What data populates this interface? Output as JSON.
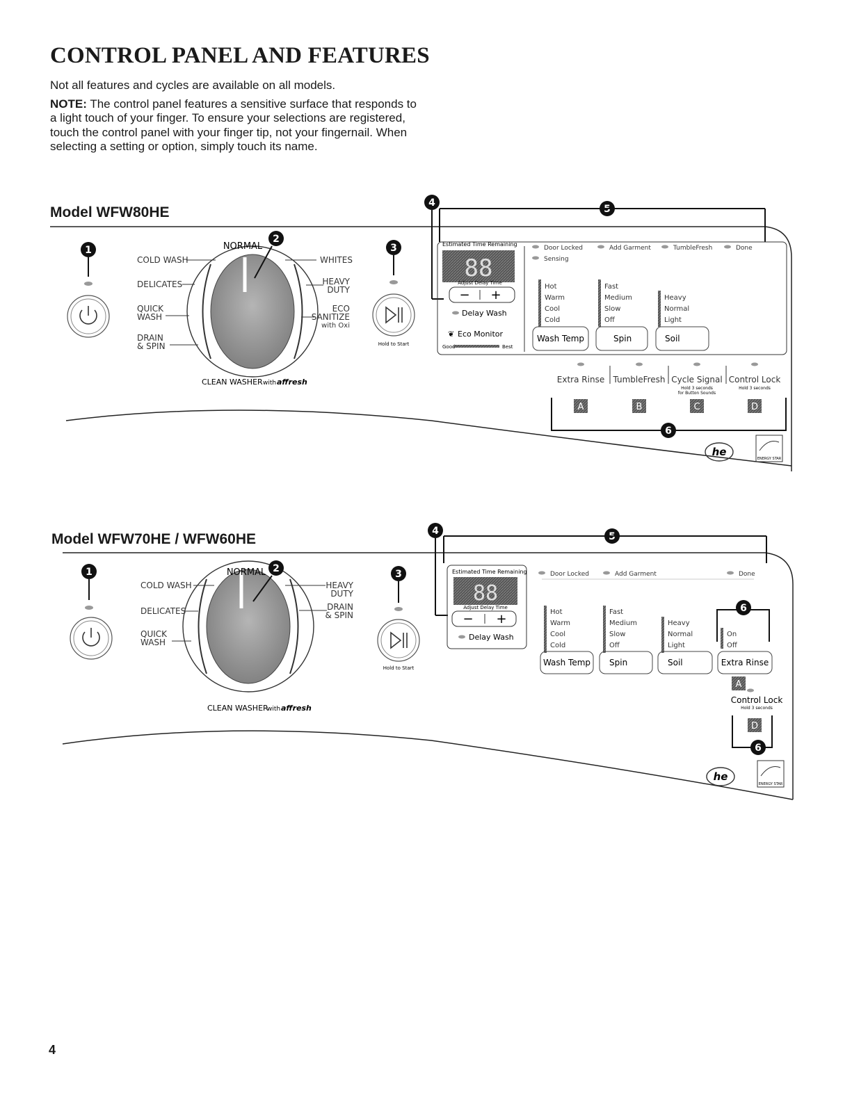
{
  "page": {
    "title": "CONTROL PANEL AND FEATURES",
    "intro": "Not all features and cycles are available on all models.",
    "note_label": "NOTE:",
    "note_text": "The control panel features a sensitive surface that responds to a light touch of your finger. To ensure your selections are registered, touch the control panel with your finger tip, not your fingernail. When selecting a setting or option, simply touch its name.",
    "page_number": "4"
  },
  "callouts": {
    "c1": "1",
    "c2": "2",
    "c3": "3",
    "c4": "4",
    "c5": "5",
    "c6": "6"
  },
  "model1": {
    "heading": "Model WFW80HE",
    "dial": {
      "top": "NORMAL",
      "left": [
        "COLD WASH",
        "DELICATES",
        "QUICK",
        "WASH",
        "DRAIN",
        "& SPIN"
      ],
      "right": [
        "WHITES",
        "HEAVY",
        "DUTY",
        "ECO",
        "SANITIZE",
        "with Oxi"
      ],
      "bottom": "CLEAN WASHER",
      "bottom_with": "with",
      "bottom_brand": "affresh"
    },
    "start_hint": "Hold to Start",
    "display": {
      "est_time": "Estimated Time Remaining",
      "digits": "88",
      "adjust": "Adjust Delay Time",
      "minus": "−",
      "plus": "+",
      "delay": "Delay Wash",
      "eco": "Eco Monitor",
      "good": "Good",
      "best": "Best"
    },
    "status": [
      "Door Locked",
      "Add Garment",
      "TumbleFresh",
      "Done",
      "Sensing"
    ],
    "temp": [
      "Hot",
      "Warm",
      "Cool",
      "Cold"
    ],
    "spin": [
      "Fast",
      "Medium",
      "Slow",
      "Off"
    ],
    "soil": [
      "Heavy",
      "Normal",
      "Light"
    ],
    "buttons": [
      "Wash Temp",
      "Spin",
      "Soil"
    ],
    "options": [
      "Extra Rinse",
      "TumbleFresh",
      "Cycle Signal",
      "Control Lock"
    ],
    "cycle_hint1": "Hold 3 seconds",
    "cycle_hint2": "for Button Sounds",
    "lock_hint": "Hold 3 seconds",
    "keys": [
      "A",
      "B",
      "C",
      "D"
    ],
    "he": "he",
    "energy": "ENERGY STAR"
  },
  "model2": {
    "heading": "Model WFW70HE / WFW60HE",
    "dial": {
      "top": "NORMAL",
      "left": [
        "COLD WASH",
        "DELICATES",
        "QUICK",
        "WASH"
      ],
      "right": [
        "HEAVY",
        "DUTY",
        "DRAIN",
        "& SPIN"
      ],
      "bottom": "CLEAN WASHER",
      "bottom_with": "with",
      "bottom_brand": "affresh"
    },
    "start_hint": "Hold to Start",
    "display": {
      "est_time": "Estimated Time Remaining",
      "digits": "88",
      "adjust": "Adjust Delay Time",
      "minus": "−",
      "plus": "+",
      "delay": "Delay Wash"
    },
    "status": [
      "Door Locked",
      "Add Garment",
      "Done"
    ],
    "temp": [
      "Hot",
      "Warm",
      "Cool",
      "Cold"
    ],
    "spin": [
      "Fast",
      "Medium",
      "Slow",
      "Off"
    ],
    "soil": [
      "Heavy",
      "Normal",
      "Light"
    ],
    "rinse": [
      "On",
      "Off"
    ],
    "buttons": [
      "Wash Temp",
      "Spin",
      "Soil",
      "Extra Rinse"
    ],
    "lock": "Control Lock",
    "lock_hint": "Hold 3 seconds",
    "keys": [
      "A",
      "D"
    ],
    "he": "he",
    "energy": "ENERGY STAR"
  }
}
